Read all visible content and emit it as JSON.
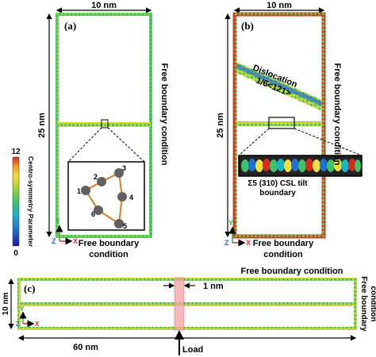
{
  "panel_a": {
    "label": "(a)",
    "width_label": "10 nm",
    "height_label": "25 nm",
    "right_label": "Free boundary condition",
    "bottom_label_line1": "Free boundary",
    "bottom_label_line2": "condition",
    "atom_numbers": [
      "1",
      "2",
      "3",
      "4",
      "5",
      "6"
    ],
    "axis_y": "Y",
    "axis_z": "Z",
    "axis_x": "X"
  },
  "panel_b": {
    "label": "(b)",
    "width_label": "10 nm",
    "height_label": "25 nm",
    "right_label": "Free boundary condition",
    "dislocation_line1": "Dislocation",
    "dislocation_line2": "1/6<121>",
    "csl_line1": "Σ5 (310) CSL tilt",
    "csl_line2": "boundary",
    "bottom_label_line1": "Free boundary",
    "bottom_label_line2": "condition",
    "axis_y": "Y",
    "axis_z": "Z",
    "axis_x": "X"
  },
  "panel_c": {
    "label": "(c)",
    "top_label": "Free boundary condition",
    "right_label_line1": "Free boundary",
    "right_label_line2": "condition",
    "height_label": "10 nm",
    "width_label": "60 nm",
    "gap_label": "1 nm",
    "load_label": "Load",
    "axis_y": "Y",
    "axis_z": "Z",
    "axis_x": "X"
  },
  "colorbar": {
    "max_label": "12",
    "min_label": "0",
    "title": "Centro-symmetry Parameter",
    "colors": [
      "#1a1a9e",
      "#1f6fd6",
      "#19b3c8",
      "#3cc46a",
      "#a5d335",
      "#f0e03a",
      "#f39a2b",
      "#d42a1f"
    ]
  }
}
